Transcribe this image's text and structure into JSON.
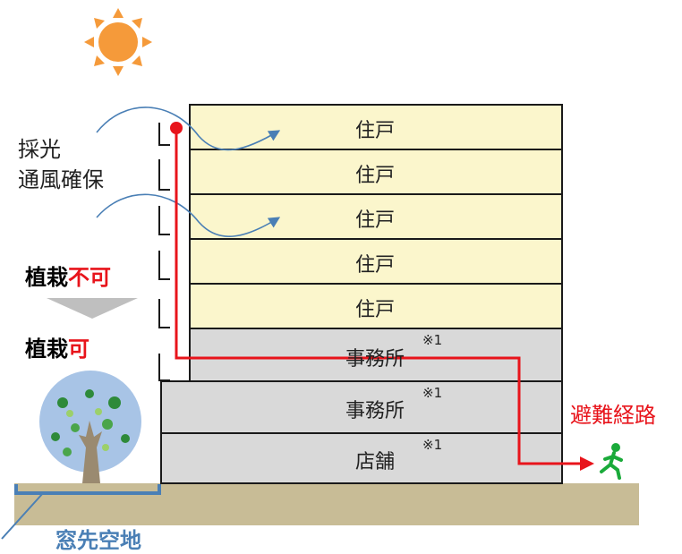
{
  "floors": [
    {
      "label": "住戸",
      "note": "",
      "kind": "residence"
    },
    {
      "label": "住戸",
      "note": "",
      "kind": "residence"
    },
    {
      "label": "住戸",
      "note": "",
      "kind": "residence"
    },
    {
      "label": "住戸",
      "note": "",
      "kind": "residence"
    },
    {
      "label": "住戸",
      "note": "",
      "kind": "residence"
    },
    {
      "label": "事務所",
      "note": "※1",
      "kind": "commercial"
    },
    {
      "label": "事務所",
      "note": "※1",
      "kind": "commercial"
    },
    {
      "label": "店舗",
      "note": "※1",
      "kind": "commercial"
    }
  ],
  "left_labels": {
    "daylight_line1": "採光",
    "daylight_line2": "通風確保",
    "planting_not_prefix": "植栽",
    "planting_not_suffix": "不可",
    "planting_ok_prefix": "植栽",
    "planting_ok_suffix": "可"
  },
  "evacuation_label": "避難経路",
  "window_open_space_label": "窓先空地",
  "colors": {
    "residence": "#fbf6cc",
    "commercial": "#d9d9d9",
    "floor_border": "#1a1a1a",
    "ground": "#c8bc96",
    "route": "#e8141b",
    "arrow_blue": "#4a7fb5",
    "label_blue": "#4a7fb5",
    "sun": "#f59a3a",
    "chevron": "#bfbfbf",
    "runner": "#1aaa3a"
  },
  "icons": [
    "sun-icon",
    "tree-icon",
    "running-person-icon"
  ]
}
